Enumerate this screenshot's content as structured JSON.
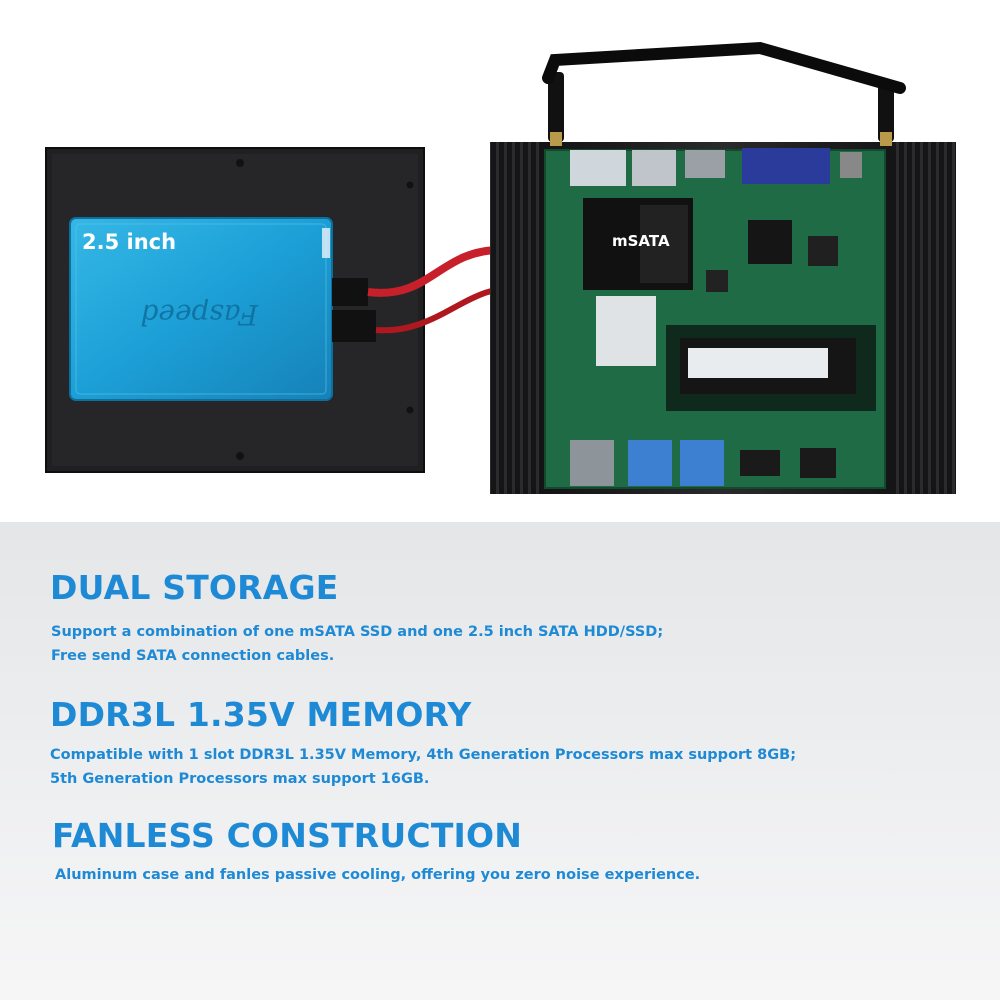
{
  "photo": {
    "hdd_label": "2.5 inch",
    "hdd_brand": "Faspeed",
    "msata_label": "mSATA"
  },
  "sections": [
    {
      "heading": "DUAL STORAGE",
      "lines": [
        "Support a combination of one mSATA SSD and one 2.5 inch SATA HDD/SSD;",
        "Free send SATA connection cables."
      ]
    },
    {
      "heading": "DDR3L 1.35V MEMORY",
      "lines": [
        "Compatible with 1 slot DDR3L 1.35V Memory, 4th Generation Processors max support 8GB;",
        "5th Generation Processors max support 16GB."
      ]
    },
    {
      "heading": "FANLESS CONSTRUCTION",
      "lines": [
        "Aluminum case and fanles passive cooling, offering you zero noise experience."
      ]
    }
  ],
  "colors": {
    "accent": "#1e8ad6",
    "hdd_blue": "#1ea6d9",
    "pcb_green": "#1e6b45",
    "case_black": "#1c1c1e"
  }
}
